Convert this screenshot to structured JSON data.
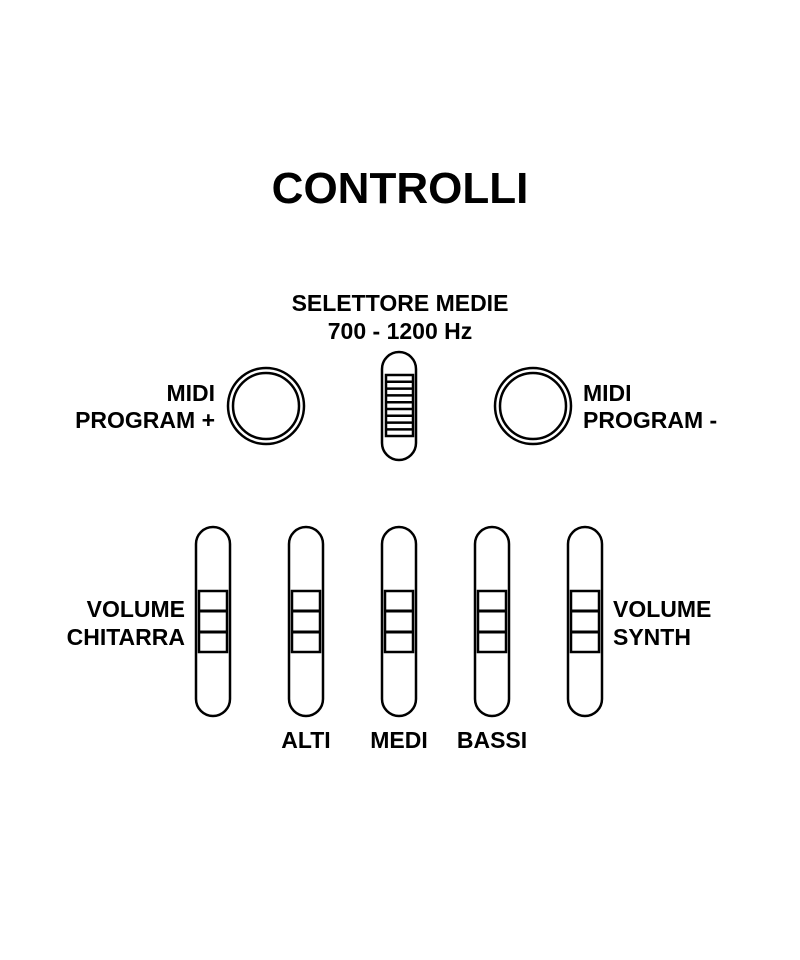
{
  "title": "CONTROLLI",
  "selector": {
    "line1": "SELETTORE MEDIE",
    "line2": "700 - 1200 Hz"
  },
  "midi_plus": {
    "line1": "MIDI",
    "line2": "PROGRAM +"
  },
  "midi_minus": {
    "line1": "MIDI",
    "line2": "PROGRAM -"
  },
  "volume_guitar": {
    "line1": "VOLUME",
    "line2": "CHITARRA"
  },
  "volume_synth": {
    "line1": "VOLUME",
    "line2": "SYNTH"
  },
  "eq": {
    "alti": "ALTI",
    "medi": "MEDI",
    "bassi": "BASSI"
  }
}
